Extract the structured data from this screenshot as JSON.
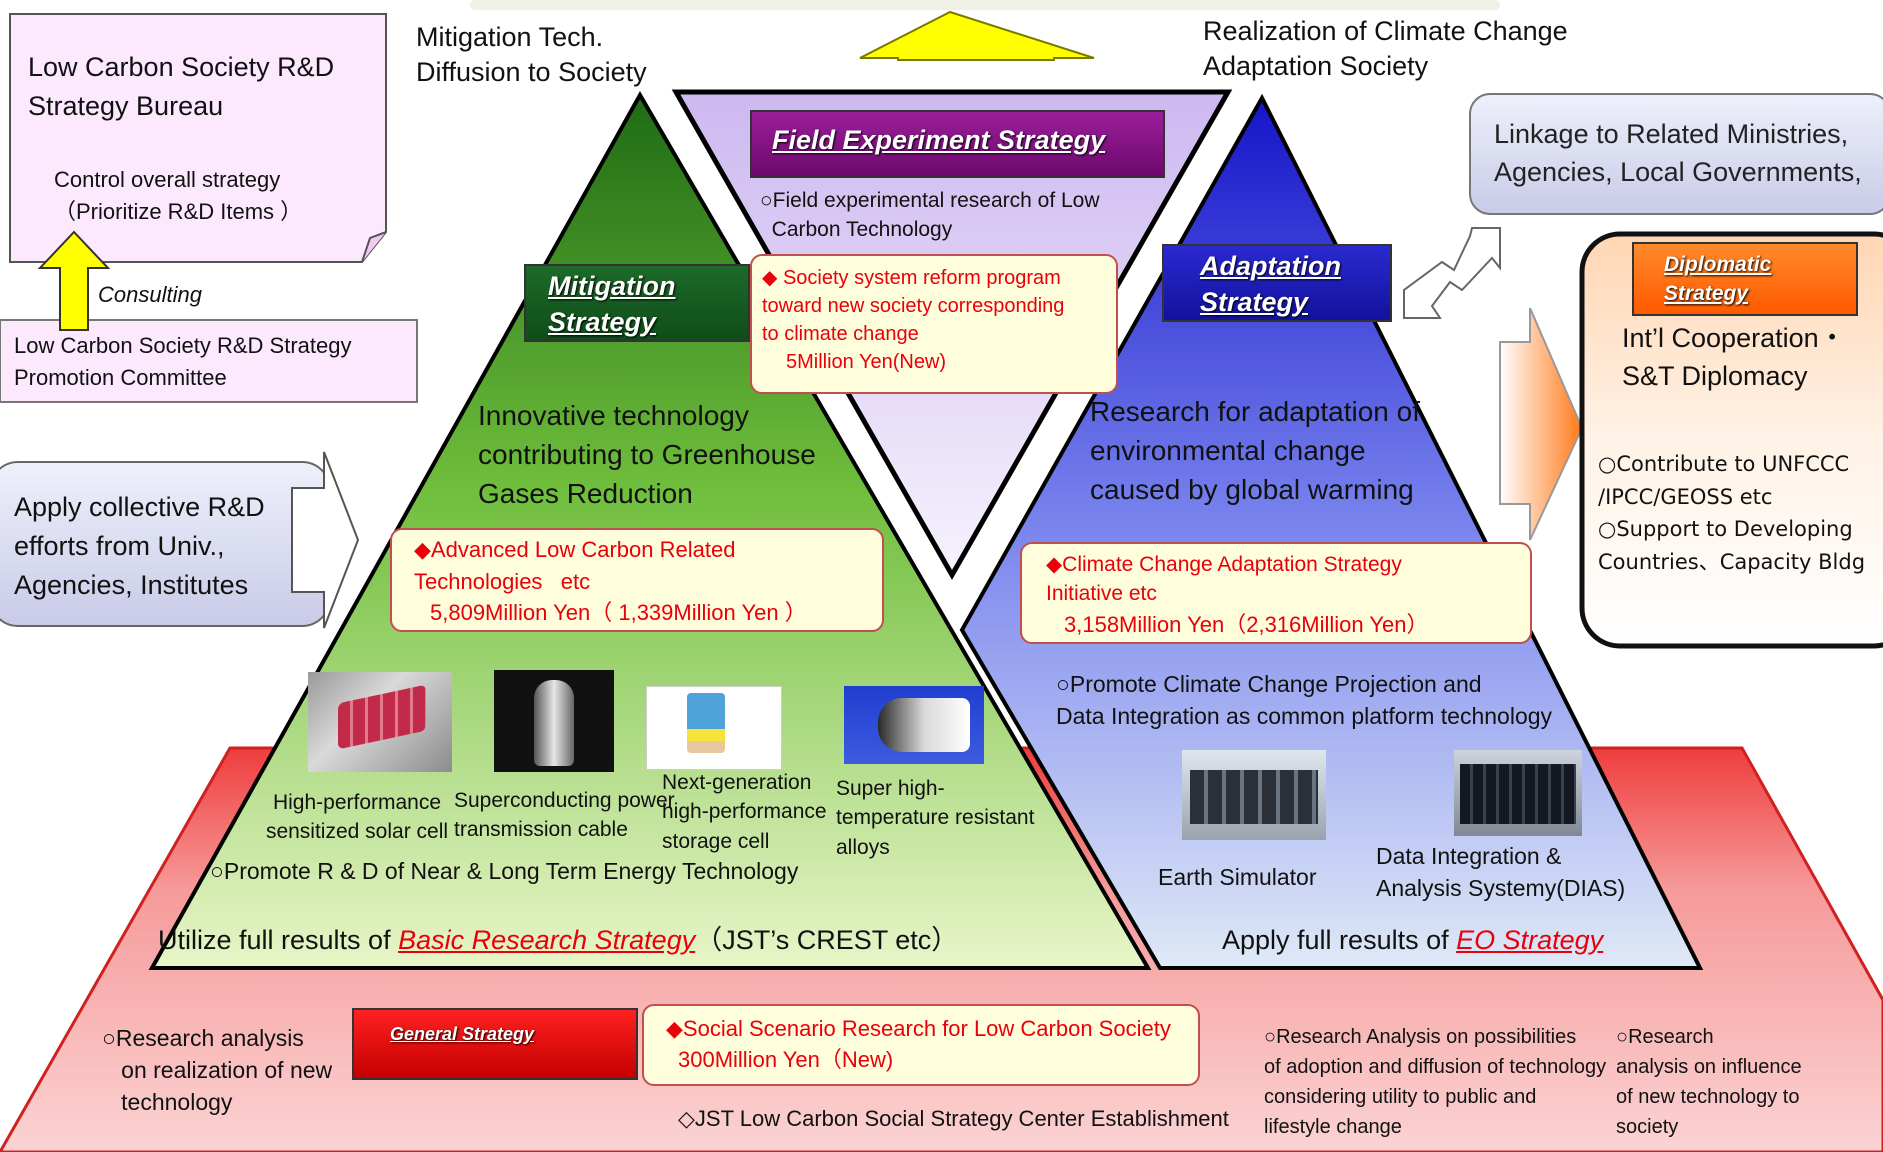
{
  "top": {
    "mitigation_diffusion": "Mitigation Tech.\nDiffusion to Society",
    "adaptation_realization": "Realization of Climate Change\nAdaptation Society"
  },
  "bureau": {
    "title": "Low Carbon Society R&D\nStrategy Bureau",
    "desc": "Control overall strategy\n（Prioritize R&D Items ）"
  },
  "consulting": "Consulting",
  "committee": "Low Carbon Society R&D Strategy\nPromotion Committee",
  "apply_collective": "Apply collective R&D\nefforts from Univ.,\nAgencies, Institutes",
  "field": {
    "header": "Field Experiment Strategy",
    "desc": "○Field experimental research of Low\n  Carbon Technology",
    "program": "◆ Society system reform program\ntoward new society corresponding\nto climate change",
    "budget": "5Million Yen(New)"
  },
  "mitigation": {
    "header": "Mitigation\nStrategy",
    "desc": "Innovative technology\ncontributing to Greenhouse\nGases Reduction",
    "program": "◆Advanced Low Carbon Related\nTechnologies   etc",
    "budget": "5,809Million Yen（ 1,339Million Yen ）",
    "items": [
      {
        "label": "High-performance\nsensitized solar cell"
      },
      {
        "label": "Superconducting power\ntransmission cable"
      },
      {
        "label": "Next-generation\nhigh-performance\nstorage cell"
      },
      {
        "label": "Super high-\ntemperature resistant\nalloys"
      }
    ],
    "promote": "○Promote R & D of Near & Long Term Energy Technology",
    "utilize_prefix": "Utilize full results of ",
    "utilize_link": "Basic Research Strategy",
    "utilize_suffix": "（JST’s CREST etc）"
  },
  "adaptation": {
    "header": "Adaptation\nStrategy",
    "desc": "Research for adaptation of\nenvironmental change\ncaused by global warming",
    "program": "◆Climate Change Adaptation Strategy\nInitiative etc",
    "budget": "3,158Million Yen（2,316Million Yen）",
    "promote": "○Promote Climate Change Projection and\nData Integration as common platform technology",
    "items": [
      {
        "label": "Earth Simulator"
      },
      {
        "label": "Data Integration &\nAnalysis Systemy(DIAS)"
      }
    ],
    "apply_prefix": "Apply full results of ",
    "apply_link": "EO Strategy"
  },
  "linkage": "Linkage to Related Ministries,\nAgencies, Local Governments,",
  "diplomatic": {
    "header": "Diplomatic\nStrategy",
    "title": "Int’l Cooperation・\nS&T Diplomacy",
    "desc": "○Contribute to UNFCCC\n/IPCC/GEOSS etc\n○Support to Developing\nCountries、Capacity Bldg"
  },
  "general": {
    "header": "General Strategy",
    "left": "○Research analysis\n   on realization of new\n   technology",
    "program": "◆Social Scenario Research for Low Carbon Society",
    "budget": "300Million Yen（New)",
    "jst": "◇JST Low Carbon Social Strategy Center Establishment",
    "right1": "○Research Analysis on possibilities\nof adoption and diffusion of technology\nconsidering utility to public and\nlifestyle change",
    "right2": "○Research\nanalysis on influence\nof new technology to\nsociety"
  },
  "colors": {
    "red_text": "#e8000b",
    "mitigation_green": "#2e7d1e",
    "adaptation_blue": "#2b2fd6",
    "general_red": "#f26b6b",
    "field_purple": "#7a0f7a",
    "diplomatic_orange": "#ff6a00",
    "arrow_yellow": "#ffff00"
  }
}
